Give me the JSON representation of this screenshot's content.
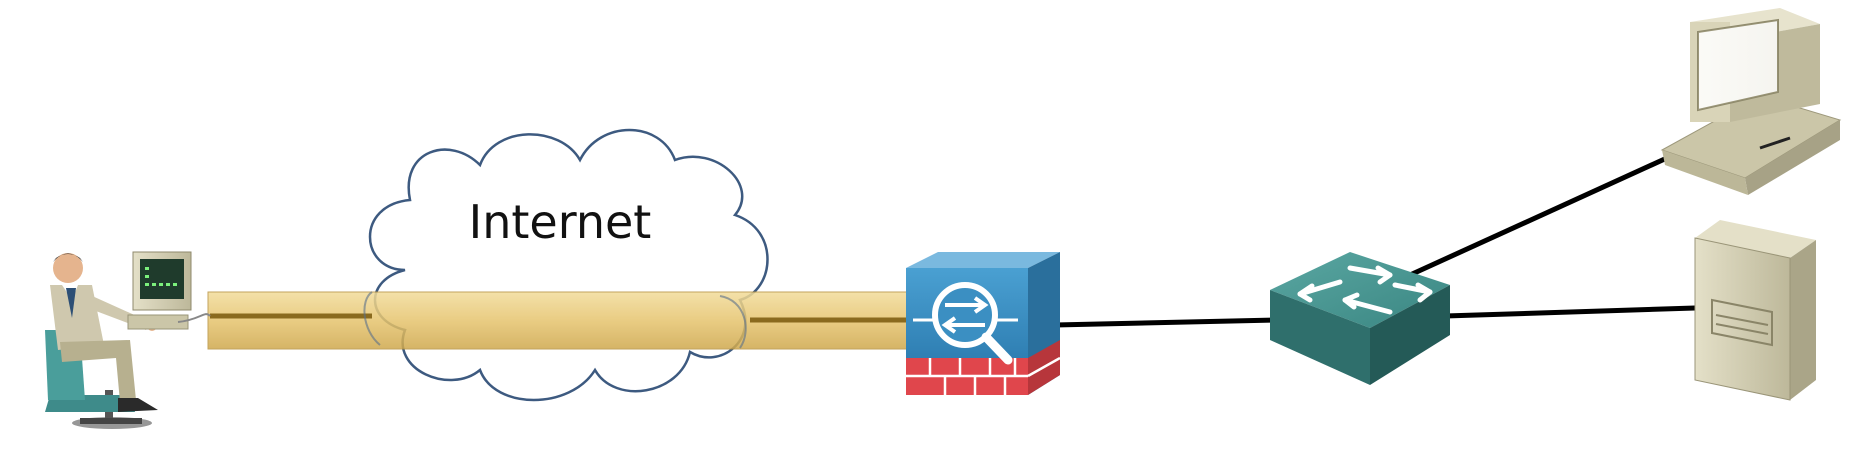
{
  "diagram": {
    "cloud": {
      "label": "Internet"
    },
    "nodes": [
      {
        "id": "remote-user",
        "icon": "remote-user-workstation-icon"
      },
      {
        "id": "firewall",
        "icon": "firewall-security-appliance-icon"
      },
      {
        "id": "switch",
        "icon": "network-switch-icon"
      },
      {
        "id": "desktop-pc",
        "icon": "desktop-computer-icon"
      },
      {
        "id": "server",
        "icon": "tower-server-icon"
      }
    ],
    "links": [
      {
        "from": "remote-user",
        "to": "firewall",
        "style": "vpn-tunnel"
      },
      {
        "from": "firewall",
        "to": "switch",
        "style": "ethernet"
      },
      {
        "from": "switch",
        "to": "desktop-pc",
        "style": "ethernet"
      },
      {
        "from": "switch",
        "to": "server",
        "style": "ethernet"
      }
    ],
    "colors": {
      "tunnel": "#e6c46e",
      "tunnel_core": "#8a6a1e",
      "cloud_stroke": "#3d5a80",
      "firewall_blue": "#3b8fc2",
      "firewall_brick": "#e0464c",
      "switch_teal": "#3f8c88",
      "computer_beige": "#d8d3b8"
    }
  }
}
